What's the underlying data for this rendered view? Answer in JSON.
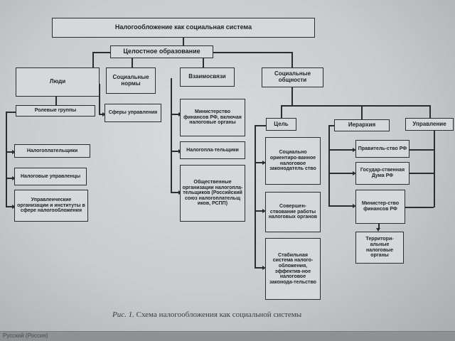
{
  "title": "Налогообложение как социальная система",
  "level1": "Целостное образование",
  "branches": {
    "people": "Люди",
    "norms": "Социальные нормы",
    "relations": "Взаимосвязи",
    "communities": "Социальные общности"
  },
  "people_items": {
    "role_groups": "Ролевые группы",
    "taxpayers": "Налогоплательщики",
    "managed": "Налоговые управленцы",
    "orgs": "Управленческие организации и институты в сфере налогообложения"
  },
  "norms_items": {
    "spheres": "Сферы управления"
  },
  "relations_items": {
    "ministry": "Министерство финансов РФ, включая налоговые органы",
    "taxpayers": "Налогопла-тельщики",
    "public_orgs": "Общественные организации налогопла-тельщиков (Российский союз налогоплательщ иков, РСПП)"
  },
  "communities_items": {
    "goal": "Цель",
    "hierarchy": "Иерархия",
    "management": "Управление",
    "goal_1": "Социально ориентиро-ванное налоговое законодатель ство",
    "goal_2": "Совершен-ствование работы налоговых органов",
    "goal_3": "Стабильная система налого-обложения, эффектив-ное налоговое законода-тельство",
    "hier_1": "Правитель-ство РФ",
    "hier_2": "Государ-ственная Дума РФ",
    "hier_3": "Министер-ство финансов РФ",
    "hier_4": "Территори-альные налоговые органы"
  },
  "caption": {
    "prefix": "Рис. 1.",
    "text": "Схема налогообложения как социальной системы"
  },
  "taskbar": {
    "language": "Русский (Россия)"
  }
}
